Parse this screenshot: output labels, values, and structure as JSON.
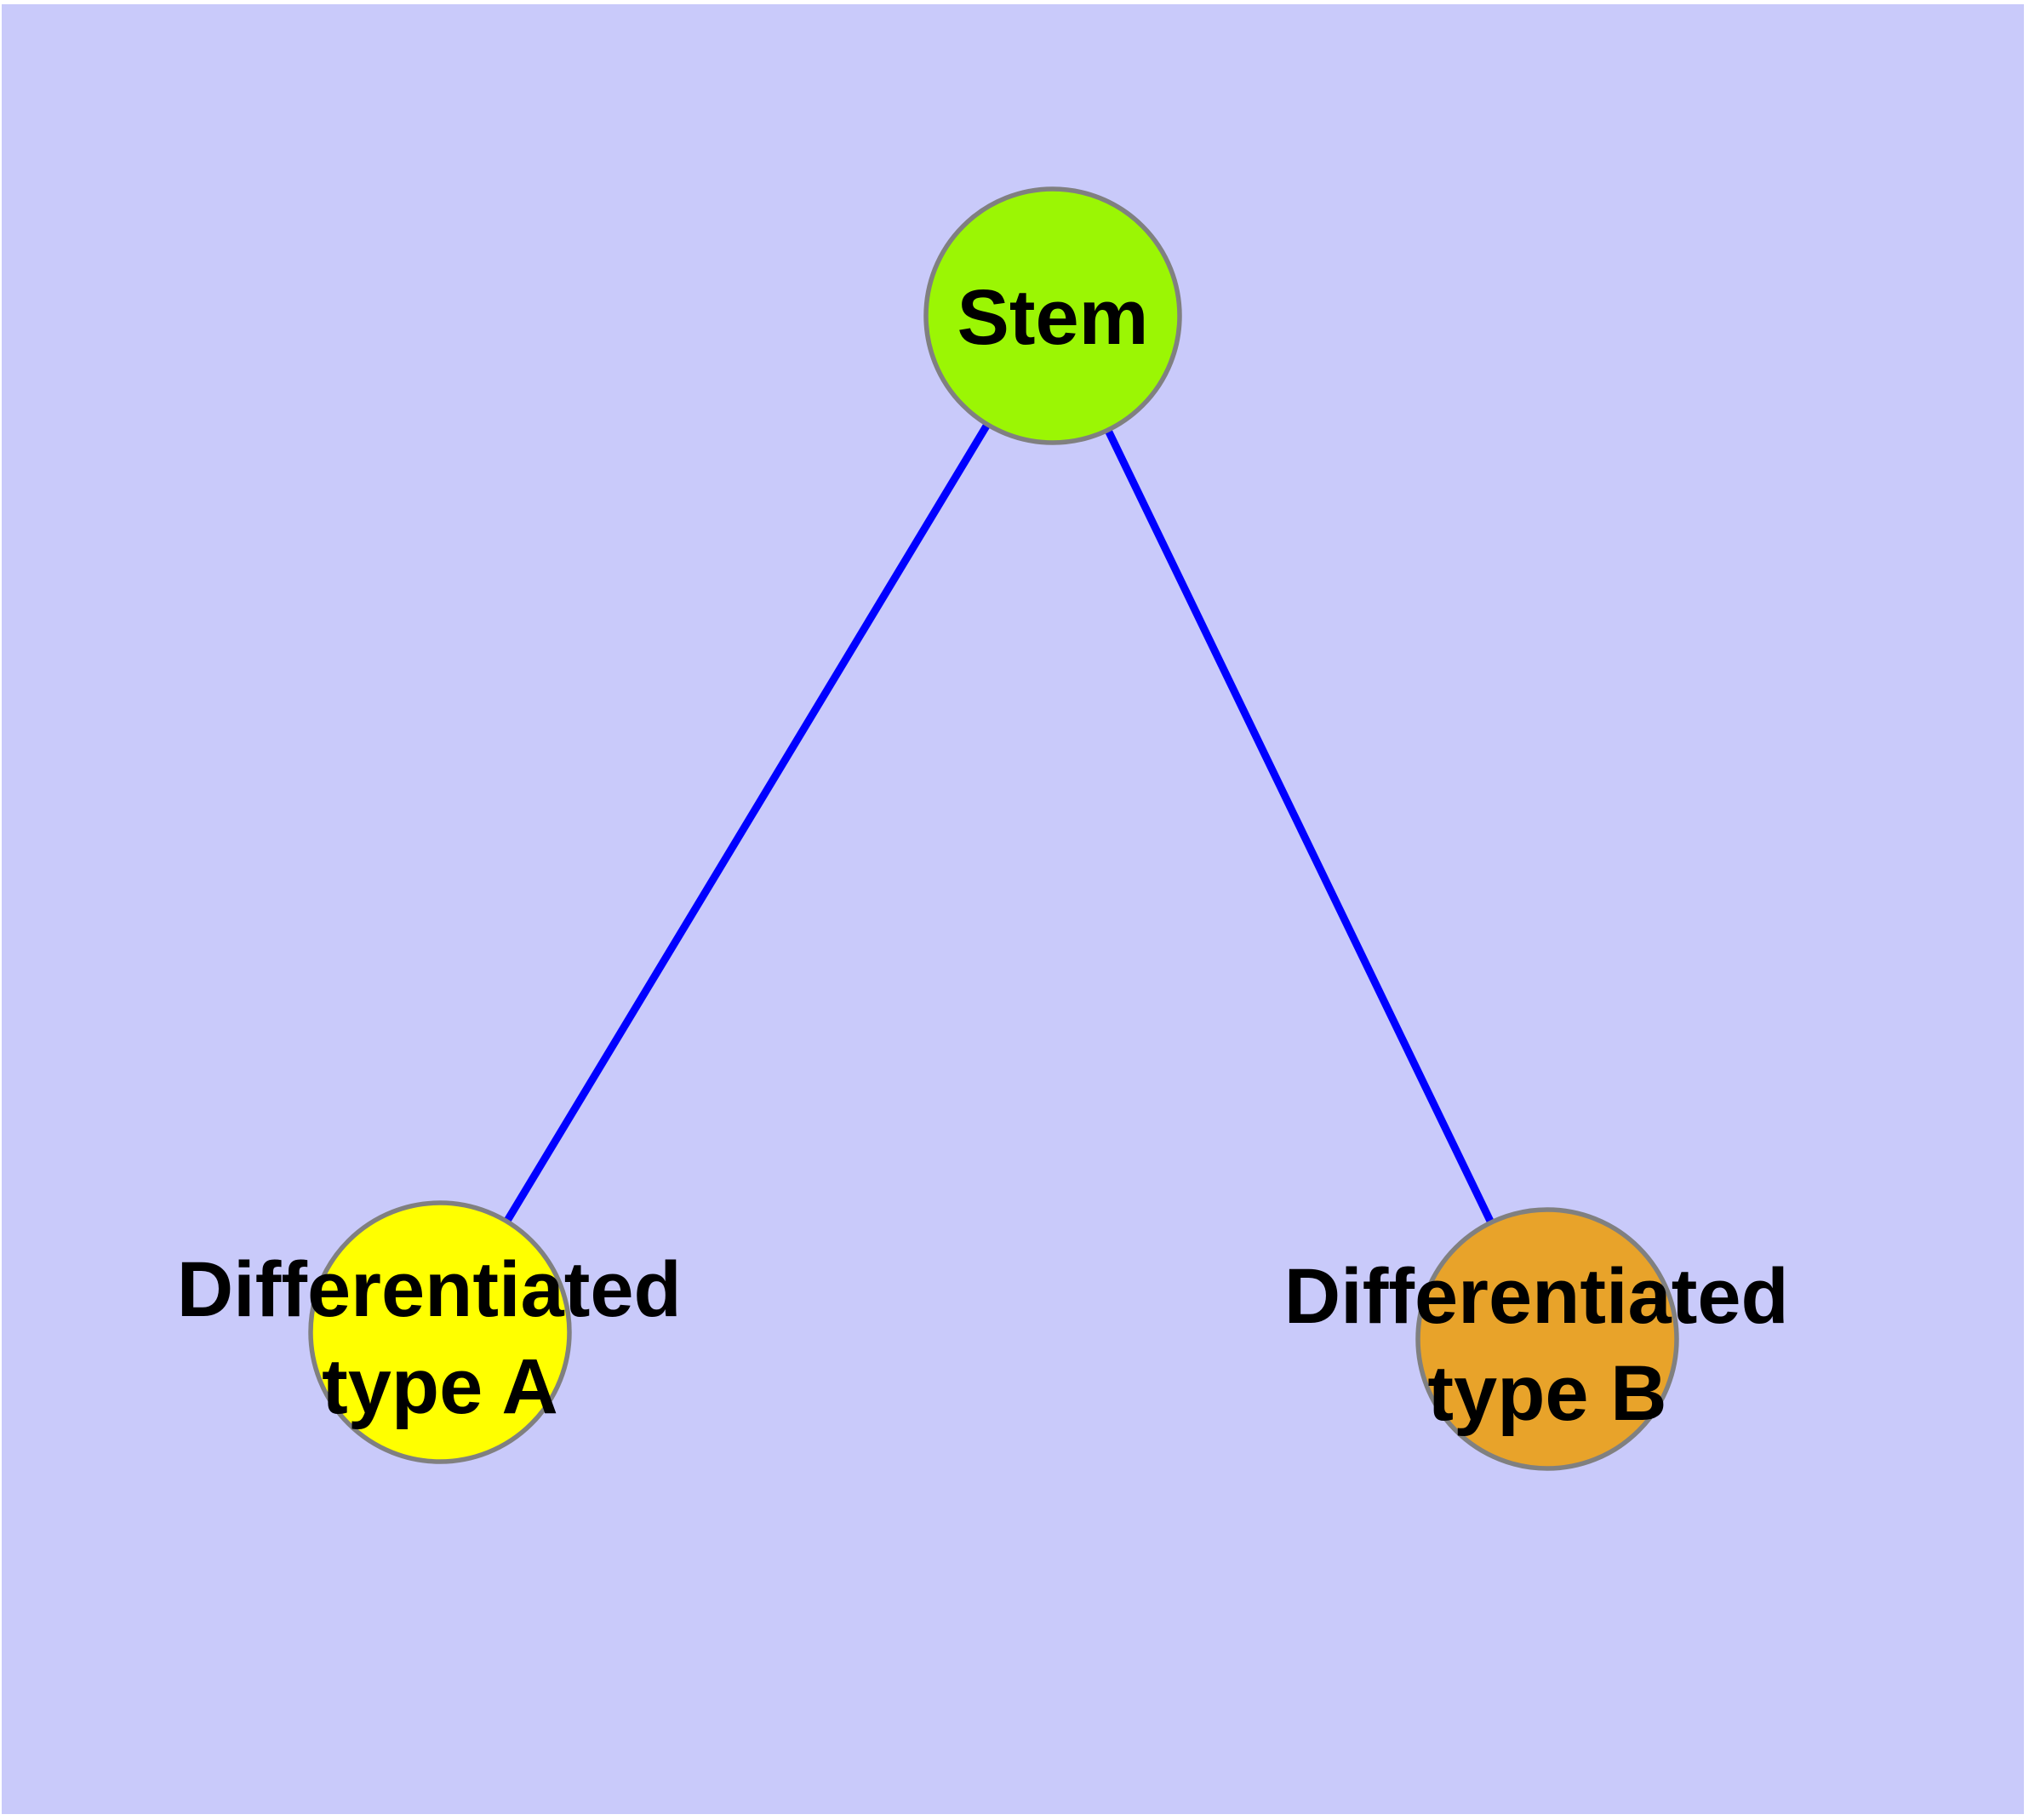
{
  "diagram": {
    "type": "node-link-graph",
    "colors": {
      "background": "#C9CAFA",
      "frame": "#FFFFFF",
      "edge": "#0000FF",
      "node_border": "#808080",
      "label_text": "#000000",
      "stem_fill": "#9BF604",
      "typeA_fill": "#FFFF00",
      "typeB_fill": "#E8A32A"
    },
    "nodes": {
      "stem": {
        "label": "Stem",
        "fill": "#9BF604"
      },
      "typeA": {
        "label_line1": "Differentiated",
        "label_line2": "type A",
        "fill": "#FFFF00"
      },
      "typeB": {
        "label_line1": "Differentiated",
        "label_line2": "type B",
        "fill": "#E8A32A"
      }
    },
    "edges": [
      {
        "from": "Stem",
        "to": "Differentiated type A"
      },
      {
        "from": "Stem",
        "to": "Differentiated type B"
      }
    ]
  }
}
